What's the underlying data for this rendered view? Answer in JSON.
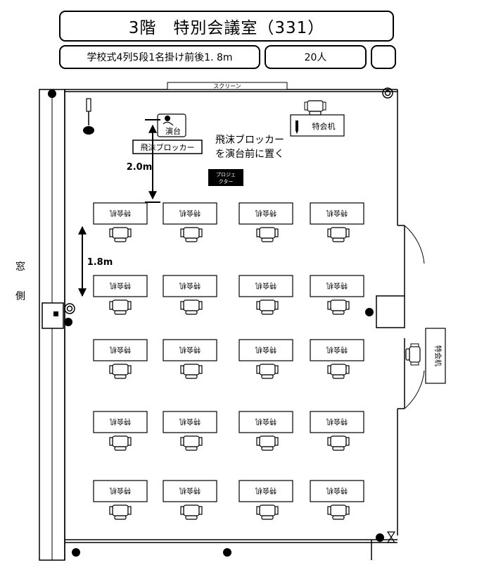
{
  "header": {
    "title": "3階　特別会議室（331）",
    "layout_note": "学校式4列5段1名掛け前後1. 8m",
    "capacity": "20人",
    "blank_box": ""
  },
  "room": {
    "screen_label": "スクリーン",
    "podium_label": "演台",
    "blocker_label": "飛沫ブロッカー",
    "projector_label_line1": "プロジェ",
    "projector_label_line2": "クター",
    "desk_label": "特会机",
    "top_desk_label": "特会机",
    "side_desk_label": "特会机",
    "window_side_char1": "窓",
    "window_side_char2": "側"
  },
  "annotations": {
    "blocker_note_line1": "飛沫ブロッカー",
    "blocker_note_line2": "を演台前に置く",
    "distance_front": "2.0m",
    "distance_rows": "1.8m"
  },
  "desks": {
    "rows": 5,
    "columns": 4,
    "seats_per_desk": 1
  }
}
